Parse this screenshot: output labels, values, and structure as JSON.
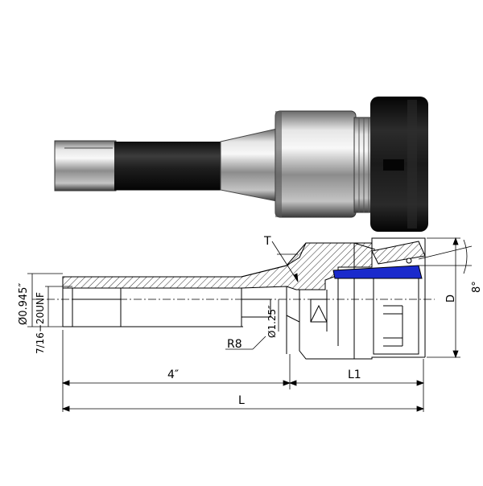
{
  "labels": {
    "dia_major": "Ø0.945″",
    "thread": "7/16−20UNF",
    "dia_bore": "Ø1.25″",
    "r8": "R8",
    "t": "T",
    "d": "D",
    "angle": "8°",
    "l1": "L1",
    "l": "L",
    "four_inch": "4″"
  },
  "colors": {
    "seal_blue": "#1a2acc",
    "nut_black": "#121212",
    "shank_dark": "#1e1e1e",
    "steel_light": "#d8d8d8",
    "steel_mid": "#9a9a9a",
    "line": "#000000"
  }
}
